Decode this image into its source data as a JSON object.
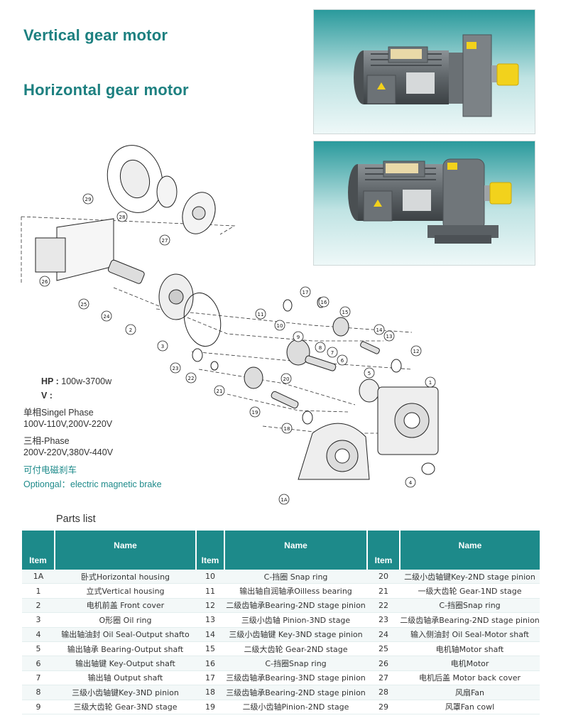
{
  "titles": {
    "vertical": "Vertical gear motor",
    "horizontal": "Horizontal gear motor"
  },
  "specs": {
    "hp_label": "HP :",
    "hp_value": "100w-3700w",
    "v_label": "V :",
    "single_phase": "单相Singel Phase",
    "single_phase_v": "100V-110V,200V-220V",
    "three_phase": "三相-Phase",
    "three_phase_v": "200V-220V,380V-440V",
    "brake_cn": "可付电磁刹车",
    "brake_en": "Optiongal：electric magnetic brake"
  },
  "diagram_labels": [
    "29",
    "28",
    "27",
    "26",
    "25",
    "24",
    "2",
    "3",
    "1A",
    "4",
    "5",
    "6",
    "7",
    "8",
    "9",
    "10",
    "11",
    "12",
    "13",
    "14",
    "15",
    "16",
    "17",
    "18",
    "19",
    "20",
    "21",
    "22",
    "23",
    "1"
  ],
  "parts_list": {
    "heading": "Parts list",
    "columns": [
      {
        "item": "Item",
        "name": "Name"
      },
      {
        "item": "Item",
        "name": "Name"
      },
      {
        "item": "Item",
        "name": "Name"
      }
    ],
    "rows": [
      [
        "1A",
        "卧式Horizontal housing",
        "10",
        "C-挡圈 Snap ring",
        "20",
        "二级小齿轴键Key-2ND stage pinion"
      ],
      [
        "1",
        "立式Vertical housing",
        "11",
        "输出轴自润轴承Oilless bearing",
        "21",
        "一级大齿轮 Gear-1ND stage"
      ],
      [
        "2",
        "电机前盖  Front cover",
        "12",
        "二级齿轴承Bearing-2ND stage pinion",
        "22",
        "C-挡圈Snap ring"
      ],
      [
        "3",
        "O形圈  Oil ring",
        "13",
        "三级小齿轴 Pinion-3ND stage",
        "23",
        "二级齿轴承Bearing-2ND stage pinion"
      ],
      [
        "4",
        "输出轴油封 Oil Seal-Output shafto",
        "14",
        "三级小齿轴键 Key-3ND stage pinion",
        "24",
        "输入侧油封 Oil Seal-Motor shaft"
      ],
      [
        "5",
        "输出轴承  Bearing-Output shaft",
        "15",
        "二级大齿轮 Gear-2ND stage",
        "25",
        "电机轴Motor shaft"
      ],
      [
        "6",
        "输出轴键  Key-Output shaft",
        "16",
        "C-挡圈Snap ring",
        "26",
        "电机Motor"
      ],
      [
        "7",
        "输出轴  Output shaft",
        "17",
        "三级齿轴承Bearing-3ND stage pinion",
        "27",
        "电机后盖 Motor back cover"
      ],
      [
        "8",
        "三级小齿轴键Key-3ND pinion",
        "18",
        "三级齿轴承Bearing-2ND stage pinion",
        "28",
        "风扇Fan"
      ],
      [
        "9",
        "三级大齿轮  Gear-3ND stage",
        "19",
        "二级小齿轴Pinion-2ND stage",
        "29",
        "风罩Fan cowl"
      ]
    ]
  },
  "colors": {
    "accent": "#1d8a8a",
    "title": "#1d8080",
    "photo_bg": "#1f8a8c",
    "shaft": "#f2d21c"
  }
}
